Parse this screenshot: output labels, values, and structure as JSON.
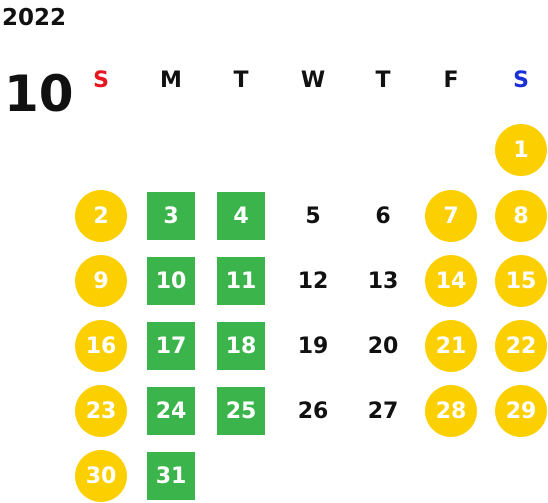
{
  "year": "2022",
  "month": "10",
  "weekdays": [
    "S",
    "M",
    "T",
    "W",
    "T",
    "F",
    "S"
  ],
  "first_weekday_index": 6,
  "days_in_month": 31,
  "colors": {
    "sunday_label": "#e8161e",
    "saturday_label": "#1a2fd8",
    "weekday_label": "#111111",
    "holiday_fill": "#fcd000",
    "closed_fill": "#3bb44c",
    "marked_text": "#ffffff",
    "plain_text": "#111111"
  },
  "legend_styles": {
    "holiday": "circle",
    "closed": "square",
    "plain": "none"
  },
  "day_styles": {
    "1": "holiday",
    "2": "holiday",
    "3": "closed",
    "4": "closed",
    "5": "plain",
    "6": "plain",
    "7": "holiday",
    "8": "holiday",
    "9": "holiday",
    "10": "closed",
    "11": "closed",
    "12": "plain",
    "13": "plain",
    "14": "holiday",
    "15": "holiday",
    "16": "holiday",
    "17": "closed",
    "18": "closed",
    "19": "plain",
    "20": "plain",
    "21": "holiday",
    "22": "holiday",
    "23": "holiday",
    "24": "closed",
    "25": "closed",
    "26": "plain",
    "27": "plain",
    "28": "holiday",
    "29": "holiday",
    "30": "holiday",
    "31": "closed"
  }
}
